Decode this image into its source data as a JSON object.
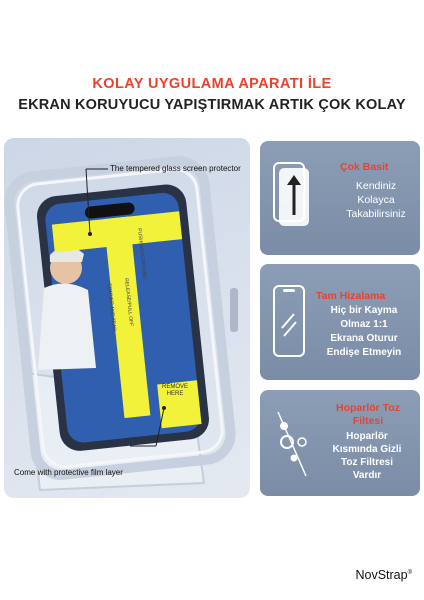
{
  "headline": {
    "line1": "KOLAY UYGULAMA APARATI İLE",
    "line2": "EKRAN KORUYUCU YAPIŞTIRMAK ARTIK ÇOK KOLAY"
  },
  "hero": {
    "callout_top": "The tempered glass screen protector",
    "callout_bottom": "Come with protective film layer",
    "sticker_texts": [
      "CONNER AND TEAR",
      "RELEASE/PULL OFF",
      "PUSH/BACKGROUND",
      "REMOVE HERE"
    ]
  },
  "panels": [
    {
      "icon": "phone-arrow-up-icon",
      "title": "Çok Basit",
      "lines": [
        "Kendiniz",
        "Kolayca",
        "Takabilirsiniz"
      ]
    },
    {
      "icon": "phone-glass-align-icon",
      "title": "Tam Hizalama",
      "lines": [
        "Hiç bir Kayma",
        "Olmaz 1:1",
        "Ekrana Oturur",
        "Endişe Etmeyin"
      ]
    },
    {
      "icon": "speaker-dust-filter-icon",
      "title": "Hoparlör Toz Filtesi",
      "lines": [
        "Hoparlör",
        "Kısmında Gizli",
        "Toz Filtresi",
        "Vardır"
      ]
    }
  ],
  "brand": {
    "name": "NovStrap",
    "mark": "®"
  },
  "colors": {
    "accent": "#e8432e",
    "panel": "#8393ad",
    "sticker": "#f2f23a",
    "screen": "#2f5fae"
  }
}
